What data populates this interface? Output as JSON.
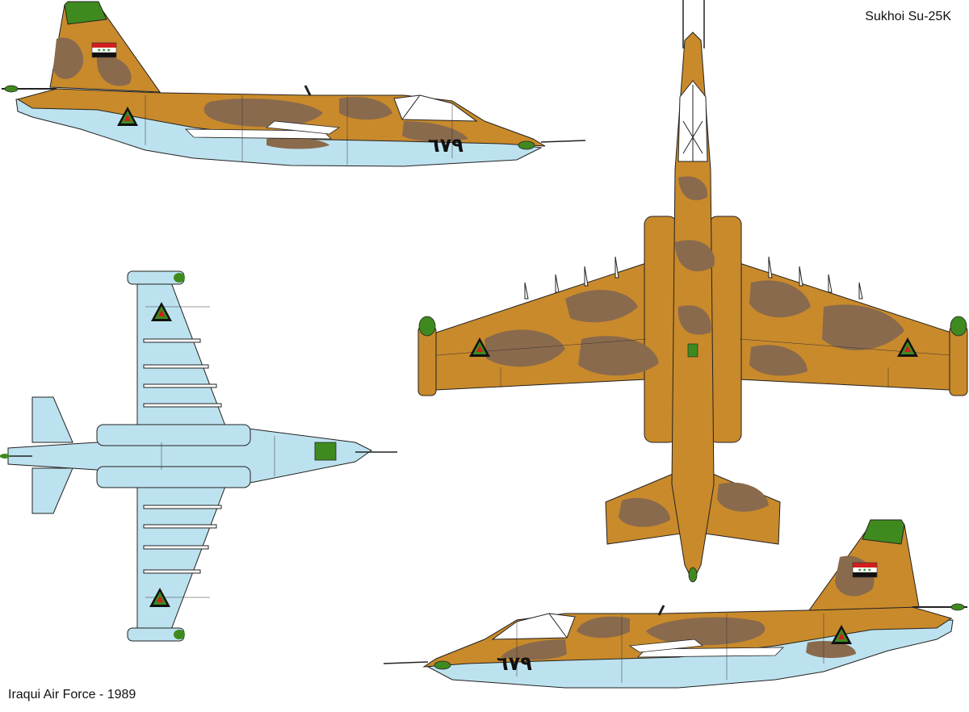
{
  "title": "Sukhoi Su-25K",
  "footer": "Iraqui Air Force - 1989",
  "serial_number": "٦٧٩",
  "colors": {
    "sand": "#c98a2b",
    "brown": "#8a6a4c",
    "underside_blue": "#bde2ef",
    "tip_green": "#3f8a1e",
    "outline": "#222222",
    "flag_red": "#d21f1f",
    "flag_black": "#111111"
  },
  "views": [
    {
      "name": "left-profile-view",
      "icon": "aircraft-side-icon"
    },
    {
      "name": "top-plan-view",
      "icon": "aircraft-top-icon"
    },
    {
      "name": "underside-plan-view",
      "icon": "aircraft-bottom-icon"
    },
    {
      "name": "right-profile-view",
      "icon": "aircraft-side-icon"
    }
  ],
  "markings": [
    "iraq-flag-icon",
    "roundel-triangle-icon"
  ]
}
